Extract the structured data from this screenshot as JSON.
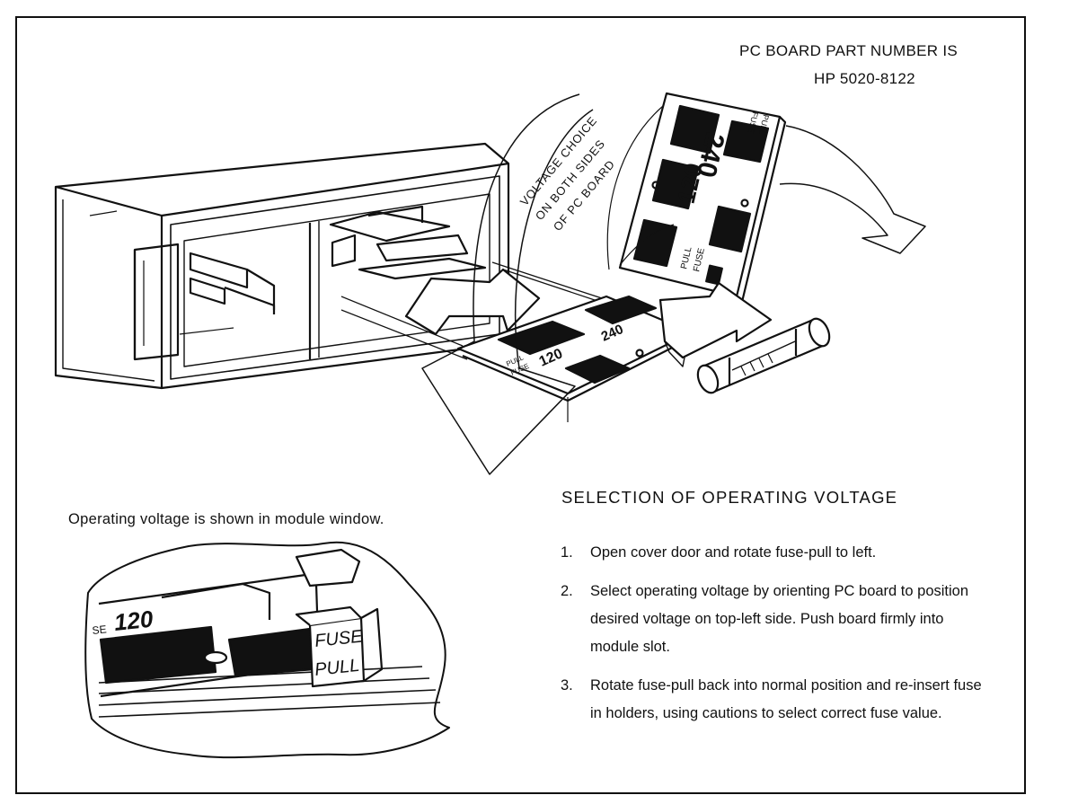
{
  "header": {
    "part_line1": "PC BOARD PART NUMBER IS",
    "part_line2": "HP 5020-8122"
  },
  "illustration": {
    "curved_label_lines": [
      "VOLTAGE CHOICE",
      "ON BOTH SIDES",
      "OF PC BOARD"
    ],
    "board_back": {
      "voltage_top": "240",
      "voltage_bottom": "120",
      "label_pull": "PULL",
      "label_fuse": "FUSE"
    },
    "board_front": {
      "voltage_a": "120",
      "voltage_b": "240",
      "label_pull": "PULL",
      "label_fuse": "FUSE"
    }
  },
  "window_detail": {
    "caption": "Operating voltage is shown in module window.",
    "voltage": "120",
    "fuse_label_prefix": "SE",
    "tab_line1": "FUSE",
    "tab_line2": "PULL"
  },
  "procedure": {
    "heading": "SELECTION OF OPERATING VOLTAGE",
    "steps": [
      {
        "number": "1.",
        "text": "Open cover door and rotate fuse-pull to left."
      },
      {
        "number": "2.",
        "text": "Select operating voltage by orienting PC board to position desired voltage on top-left side. Push board firmly into module slot."
      },
      {
        "number": "3.",
        "text": "Rotate fuse-pull back into normal position and re-insert fuse in holders, using cautions to select correct fuse value."
      }
    ]
  },
  "colors": {
    "ink": "#111111",
    "paper": "#ffffff"
  }
}
